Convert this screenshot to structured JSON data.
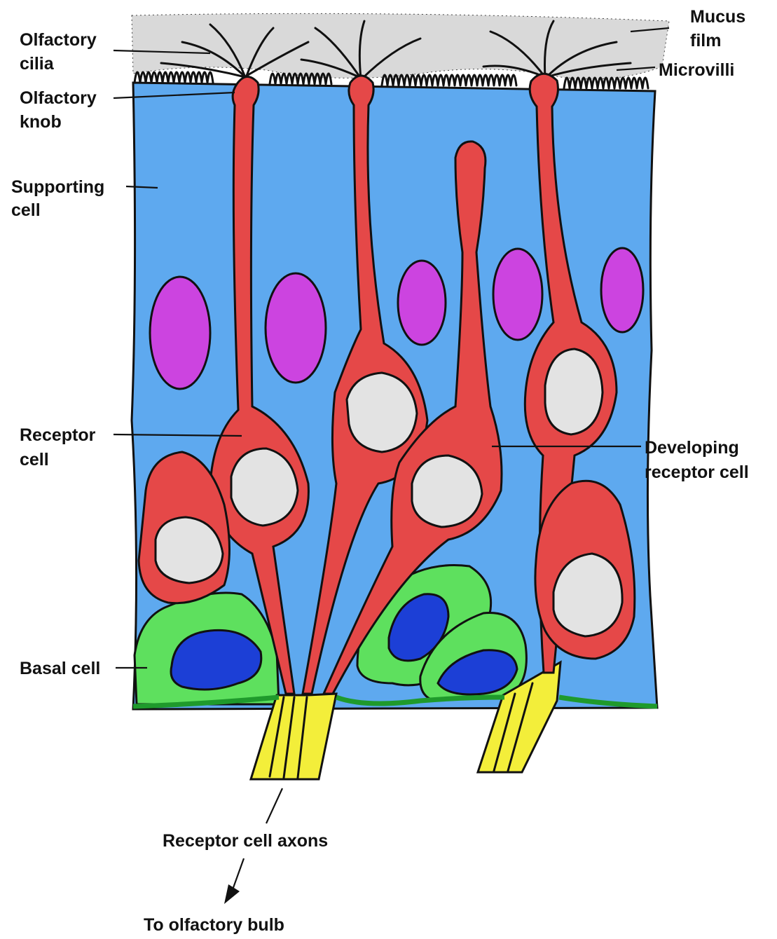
{
  "colors": {
    "supporting_cytoplasm": "#5ea9ef",
    "supporting_nucleus": "#cc44e0",
    "receptor_cell": "#e54848",
    "receptor_nucleus": "#e3e3e3",
    "basal_cell": "#5ee05e",
    "basal_nucleus": "#1c3fd6",
    "axon_sheath": "#f3ee3a",
    "basement_membrane": "#1f9a2c",
    "mucus": "#d9d9d9"
  },
  "labels": {
    "mucus_film_1": "Mucus",
    "mucus_film_2": "film",
    "microvilli": "Microvilli",
    "olfactory_cilia_1": "Olfactory",
    "olfactory_cilia_2": "cilia",
    "olfactory_knob_1": "Olfactory",
    "olfactory_knob_2": "knob",
    "supporting_cell_1": "Supporting",
    "supporting_cell_2": "cell",
    "receptor_cell_1": "Receptor",
    "receptor_cell_2": "cell",
    "developing_receptor_cell_1": "Developing",
    "developing_receptor_cell_2": "receptor cell",
    "basal_cell": "Basal cell",
    "receptor_cell_axons": "Receptor cell axons",
    "to_olfactory_bulb": "To olfactory bulb"
  }
}
